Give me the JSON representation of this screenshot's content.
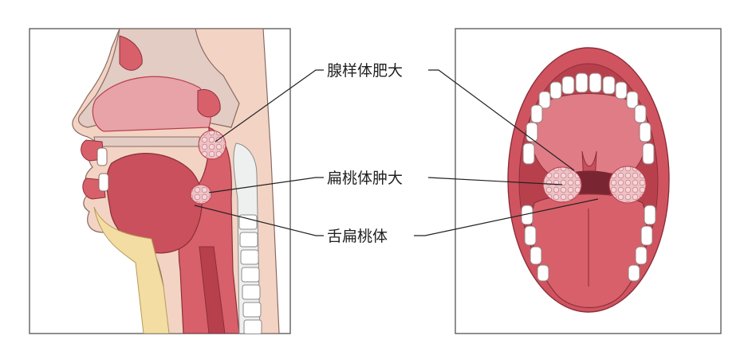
{
  "labels": {
    "adenoid": "腺样体肥大",
    "tonsil": "扁桃体肿大",
    "lingual": "舌扁桃体"
  },
  "colors": {
    "skin": "#f3d4c4",
    "bone": "#e2ccc4",
    "tissue": "#d8606a",
    "tissue_dark": "#b8404d",
    "tissue_light": "#e79aa0",
    "gland": "#f2b9bf",
    "fat": "#f3dda3",
    "teeth": "#ffffff",
    "frame": "#555555"
  }
}
